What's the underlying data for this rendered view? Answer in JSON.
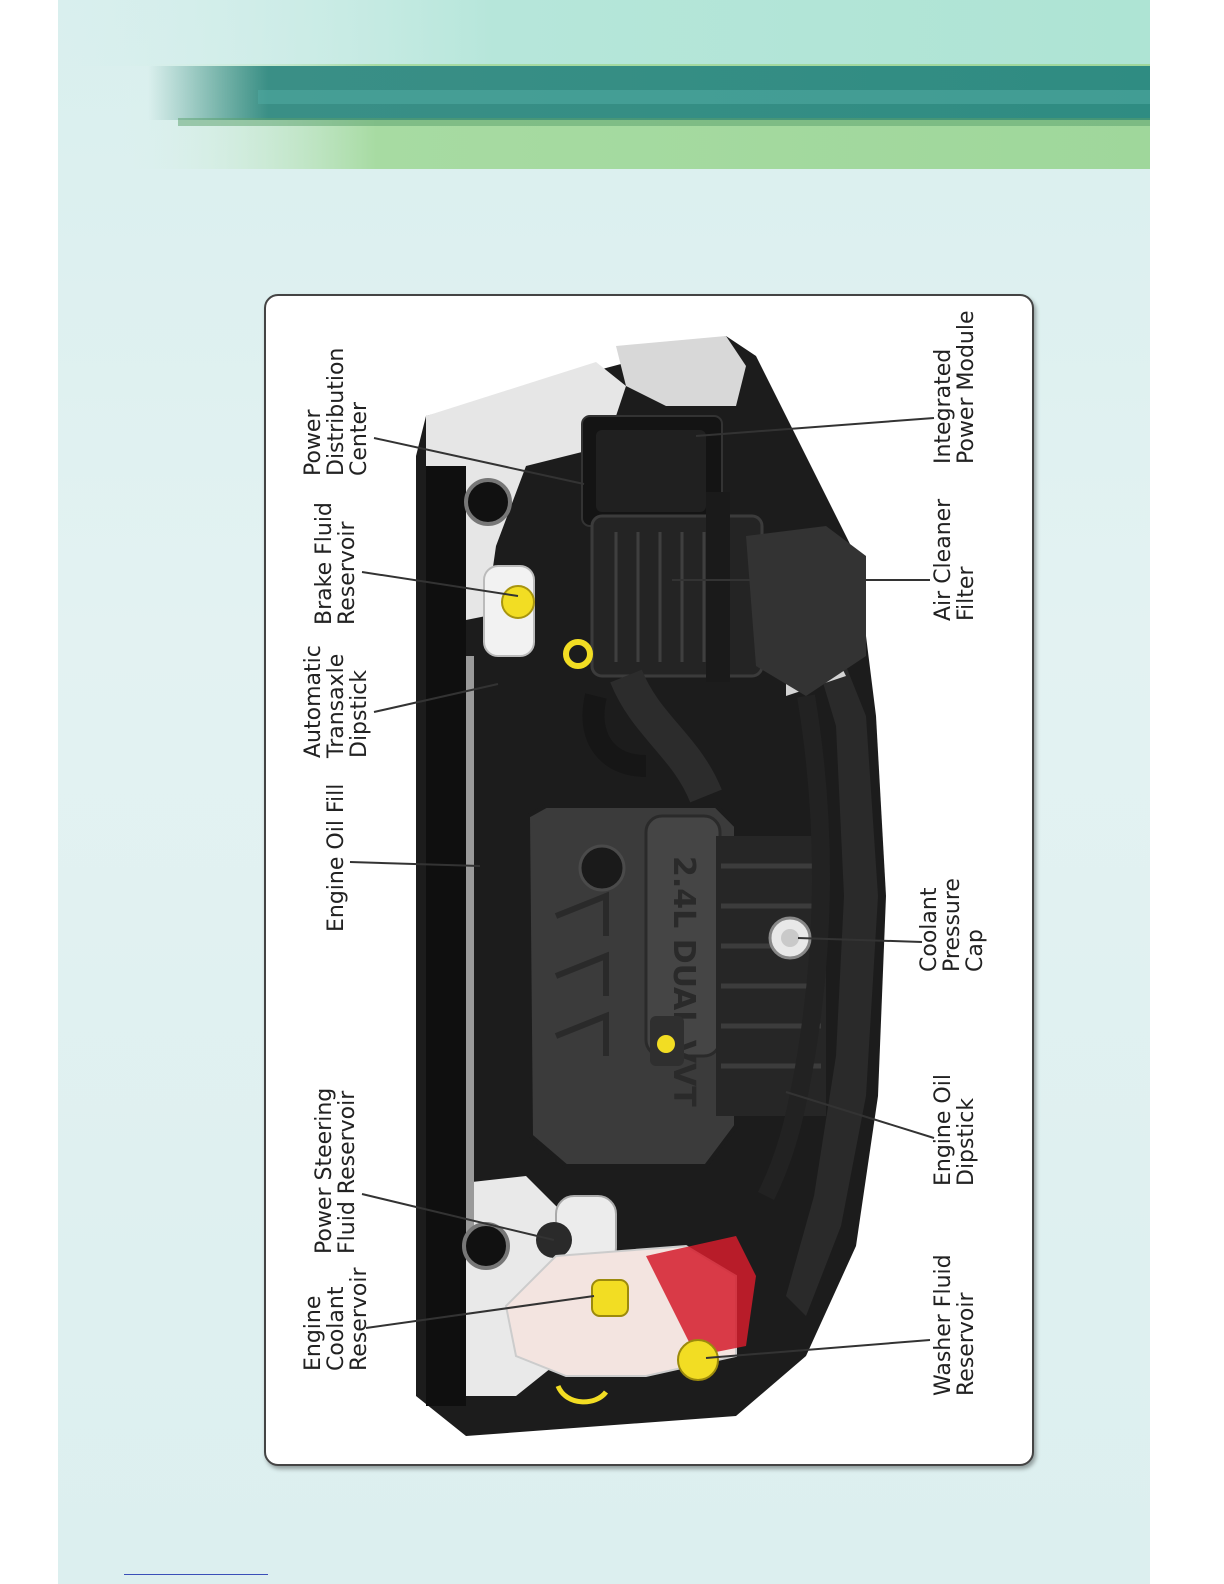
{
  "colors": {
    "page_background": "#dcefef",
    "banner_dark": "#2f8a82",
    "banner_light": "#a8dca0",
    "figure_border": "#444444",
    "leader_line": "#333333",
    "accent_yellow": "#f2dd23",
    "accent_red": "#d41c2c"
  },
  "diagram": {
    "labels": {
      "engine_coolant_reservoir": "Engine\nCoolant\nReservoir",
      "power_steering_fluid_reservoir": "Power Steering\nFluid Reservoir",
      "engine_oil_fill": "Engine Oil Fill",
      "automatic_transaxle_dipstick": "Automatic\nTransaxle\nDipstick",
      "brake_fluid_reservoir": "Brake Fluid\nReservoir",
      "power_distribution_center": "Power\nDistribution\nCenter",
      "washer_fluid_reservoir": "Washer Fluid\nReservoir",
      "engine_oil_dipstick": "Engine Oil\nDipstick",
      "coolant_pressure_cap": "Coolant\nPressure\nCap",
      "air_cleaner_filter": "Air Cleaner\nFilter",
      "integrated_power_module": "Integrated\nPower Module"
    },
    "engine_cover_text": "2.4L DUAL VVT"
  }
}
